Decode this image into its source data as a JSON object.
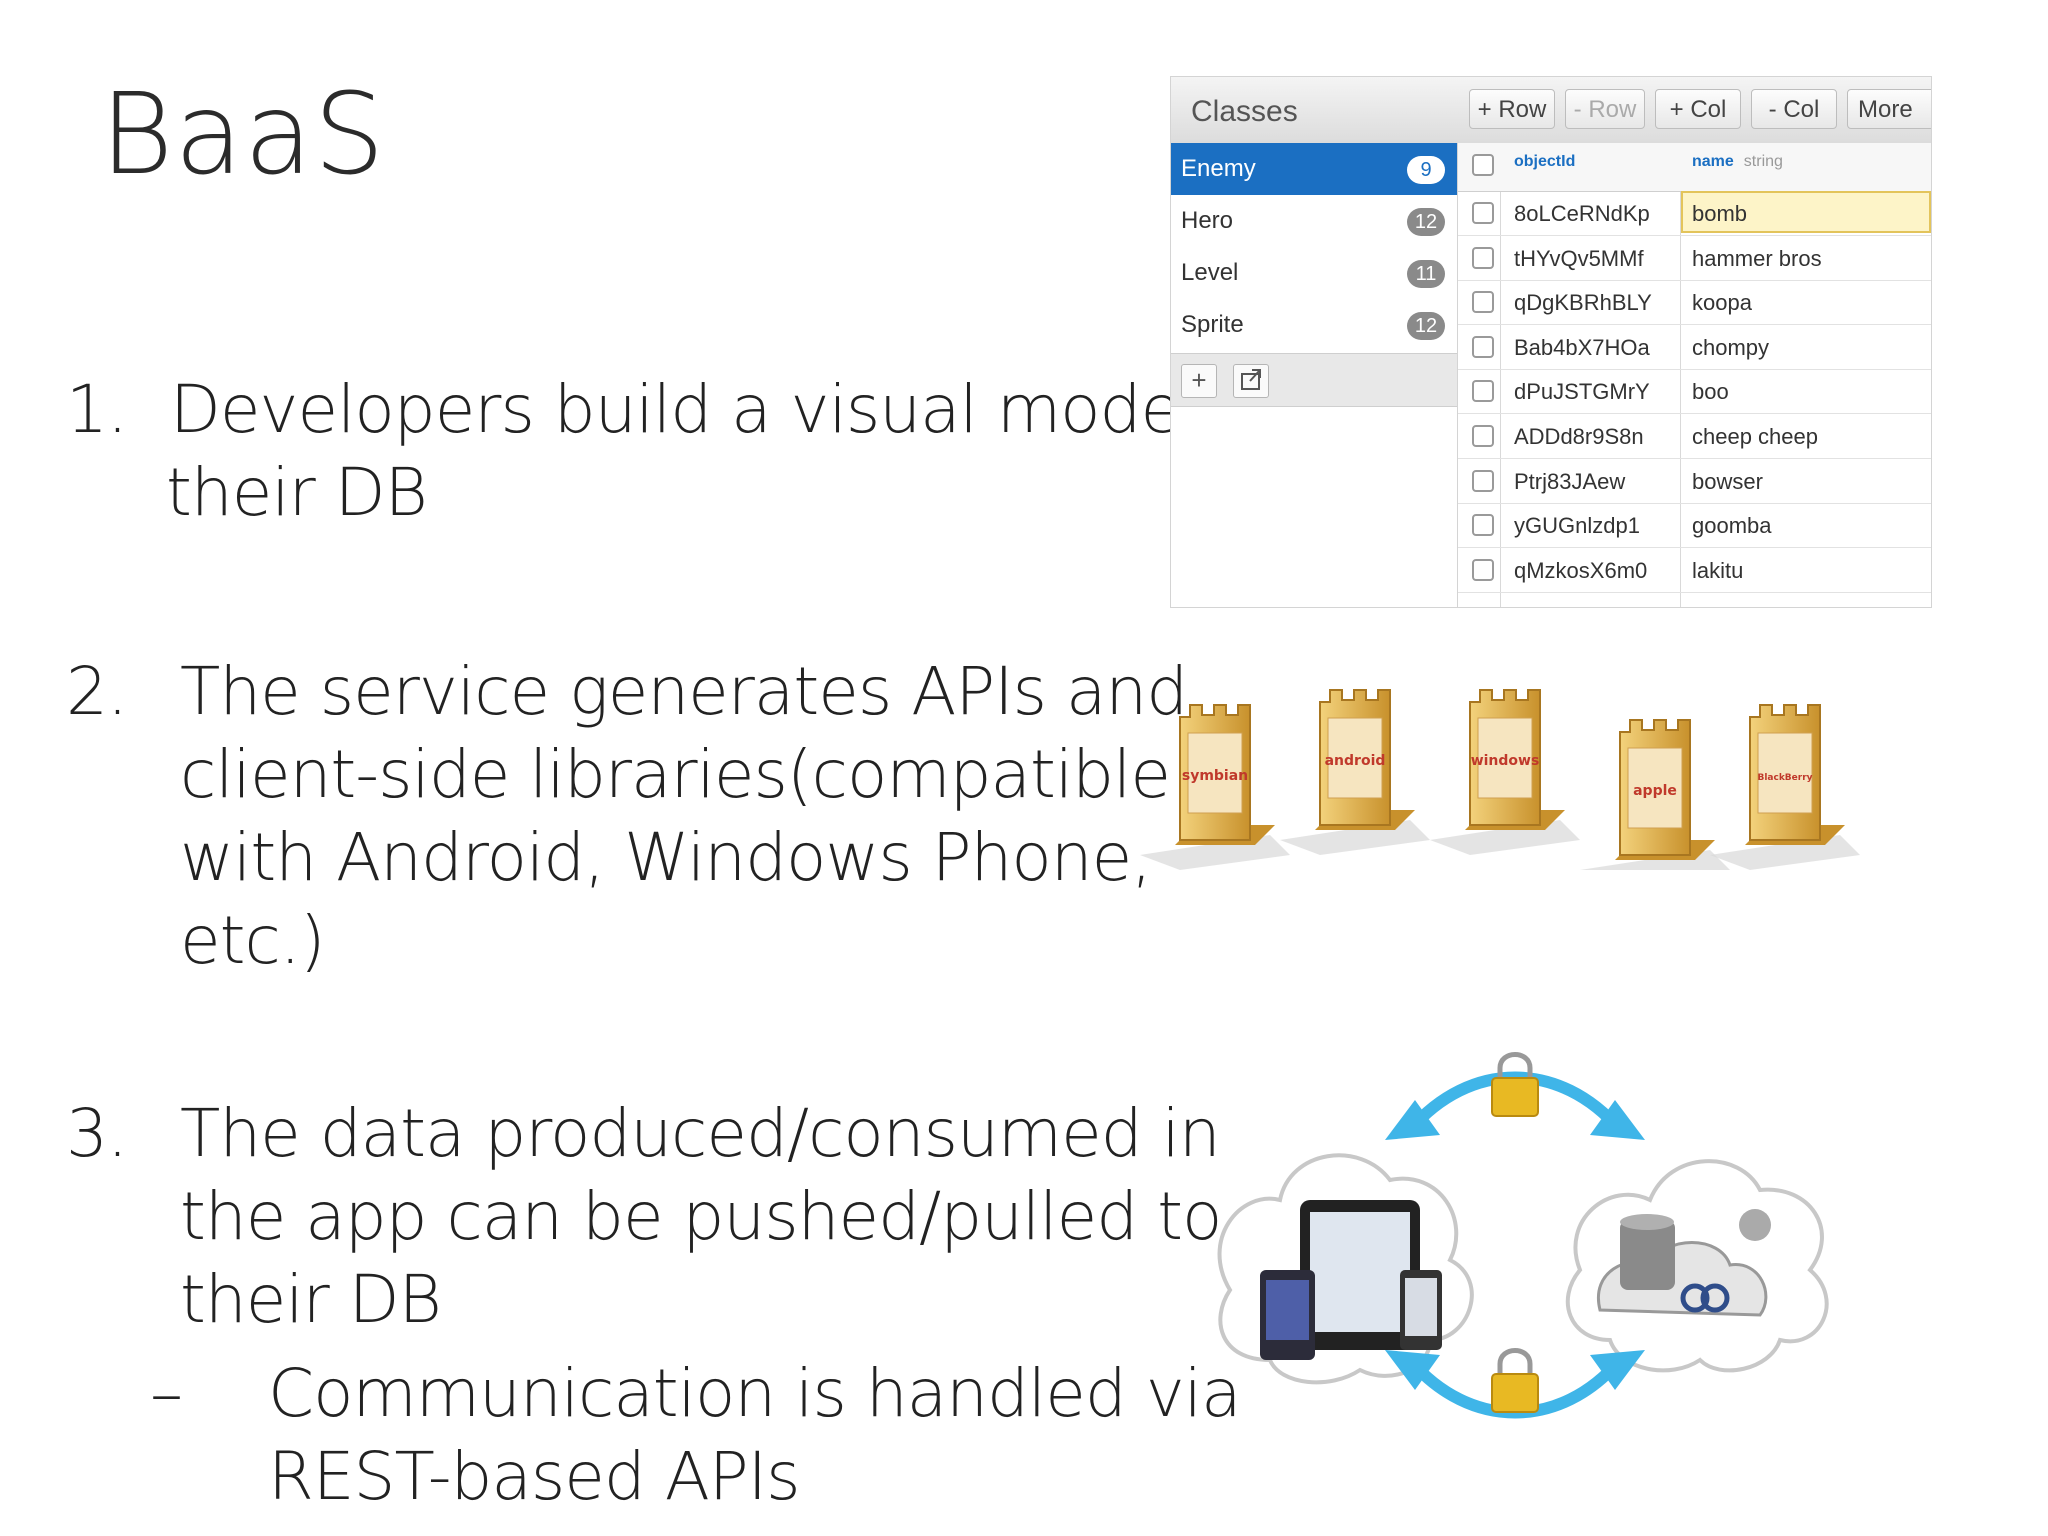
{
  "slide": {
    "title": "BaaS",
    "items": [
      {
        "num": "1.",
        "lines": [
          "Developers build a visual model of",
          "their DB"
        ]
      },
      {
        "num": "2.",
        "lines": [
          "The service generates APIs and",
          "client-side libraries(compatible",
          "with  Android, Windows Phone,",
          "etc.)"
        ]
      },
      {
        "num": "3.",
        "lines": [
          "The data produced/consumed in",
          "the app can be pushed/pulled to",
          "their DB"
        ]
      }
    ],
    "sub_bullet": {
      "dash": "–",
      "lines": [
        "Communication is handled via",
        "REST-based APIs"
      ]
    }
  },
  "classes_panel": {
    "title": "Classes",
    "toolbar": [
      "+ Row",
      "- Row",
      "+ Col",
      "- Col",
      "More"
    ],
    "classes": [
      {
        "name": "Enemy",
        "count": "9"
      },
      {
        "name": "Hero",
        "count": "12"
      },
      {
        "name": "Level",
        "count": "11"
      },
      {
        "name": "Sprite",
        "count": "12"
      }
    ],
    "footer_buttons": [
      "+",
      "import"
    ],
    "columns": {
      "id": "objectId",
      "name": "name",
      "name_type": "string"
    },
    "rows": [
      {
        "id": "8oLCeRNdKp",
        "name": "bomb"
      },
      {
        "id": "tHYvQv5MMf",
        "name": "hammer bros"
      },
      {
        "id": "qDgKBRhBLY",
        "name": "koopa"
      },
      {
        "id": "Bab4bX7HOa",
        "name": "chompy"
      },
      {
        "id": "dPuJSTGMrY",
        "name": "boo"
      },
      {
        "id": "ADDd8r9S8n",
        "name": "cheep cheep"
      },
      {
        "id": "Ptrj83JAew",
        "name": "bowser"
      },
      {
        "id": "yGUGnlzdp1",
        "name": "goomba"
      },
      {
        "id": "qMzkosX6m0",
        "name": "lakitu"
      }
    ]
  },
  "platforms": [
    "symbian",
    "android",
    "windows",
    "apple",
    "BlackBerry"
  ],
  "colors": {
    "accent": "#1b6fc2",
    "tower": "#e0b24a",
    "arrow": "#3fb5e8",
    "lock": "#e8b923"
  }
}
